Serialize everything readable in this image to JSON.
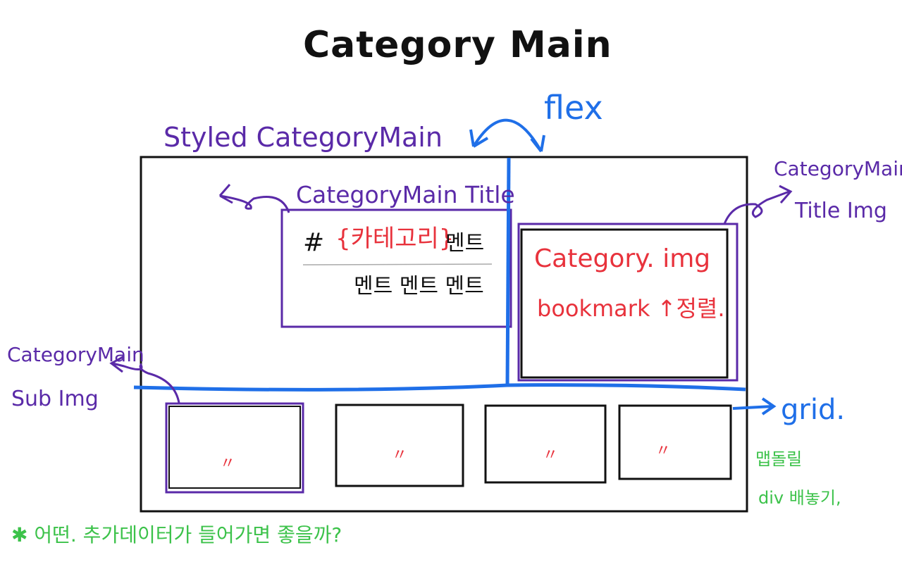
{
  "title": "Category Main",
  "labels": {
    "flex": "flex",
    "styled_category_main": "Styled CategoryMain",
    "category_main_title": "CategoryMain Title",
    "category_main_title_img_line1": "CategoryMain",
    "category_main_title_img_line2": "Title Img",
    "category_main_sub_img_line1": "CategoryMain",
    "category_main_sub_img_line2": "Sub Img",
    "grid": "grid."
  },
  "title_box": {
    "hash": "#",
    "category_var": "{카테고리}",
    "suffix": "멘트",
    "subtitle": "멘트 멘트 멘트"
  },
  "title_img_box": {
    "line1": "Category. img",
    "line2": "bookmark ↑정렬."
  },
  "sub_imgs": [
    "〃",
    "〃",
    "〃",
    "〃"
  ],
  "notes": {
    "grid_line1": "맵돌릴",
    "grid_line2": "div 배놓기,",
    "bottom": "✱ 어떤. 추가데이터가 들어가면 좋을까?"
  },
  "colors": {
    "black": "#111111",
    "purple": "#5a2aa8",
    "blue": "#1f6fe8",
    "red": "#e8323c",
    "green": "#3cc24a"
  }
}
